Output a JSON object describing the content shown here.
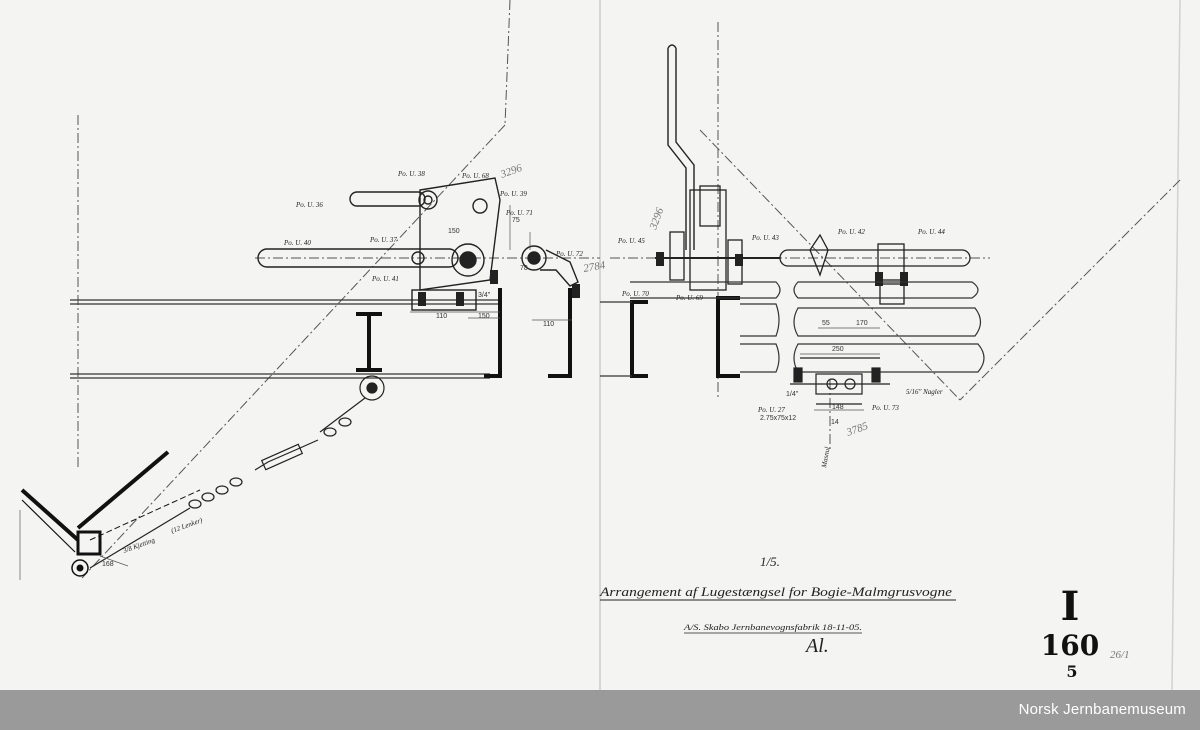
{
  "drawing": {
    "scale": "1/5.",
    "title": "Arrangement af Lugestængsel for Bogie-Malmgrusvogne",
    "maker": "A/S. Skabo Jernbanevognsfabrik 18-11-05.",
    "signature": "Al.",
    "sheet_roman": "I",
    "sheet_number": "160",
    "sheet_sub": "5",
    "sheet_note": "26/1",
    "handwritten_numbers": [
      "3296",
      "2784",
      "3296",
      "3785"
    ],
    "position_labels": [
      "Po. U. 36",
      "Po. U. 38",
      "Po. U. 68",
      "Po. U. 39",
      "Po. U. 71",
      "Po. U. 40",
      "Po. U. 37",
      "Po. U. 41",
      "Po. U. 72",
      "Po. U. 45",
      "Po. U. 43",
      "Po. U. 42",
      "Po. U. 44",
      "Po. U. 70",
      "Po. U. 69",
      "Po. U. 27",
      "Po. U. 73"
    ],
    "dimension_labels": [
      "150",
      "110",
      "150",
      "110",
      "55",
      "170",
      "250",
      "148",
      "14",
      "75",
      "78",
      "3/4\"",
      "1/4\"",
      "5/16\" Nagler",
      "2.75x75x12",
      "168",
      "3/8 Kjetting",
      "(12 Lenker)",
      "Masnul"
    ]
  },
  "footer": {
    "museum": "Norsk Jernbanemuseum"
  }
}
